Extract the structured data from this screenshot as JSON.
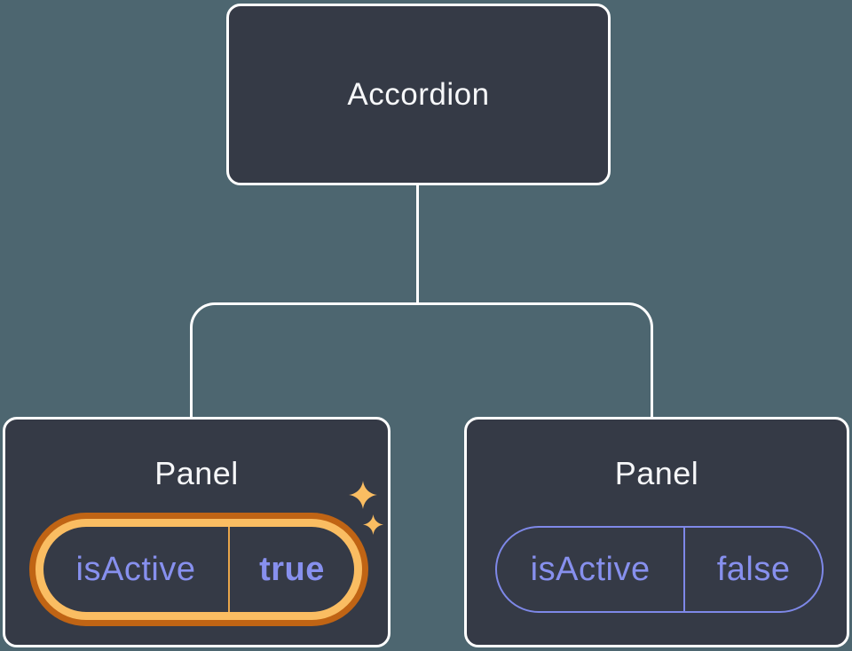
{
  "diagram": {
    "root": {
      "label": "Accordion"
    },
    "panels": [
      {
        "title": "Panel",
        "prop_name": "isActive",
        "prop_value": "true",
        "state": "active",
        "highlighted": true
      },
      {
        "title": "Panel",
        "prop_name": "isActive",
        "prop_value": "false",
        "state": "inactive",
        "highlighted": false
      }
    ]
  },
  "colors": {
    "background": "#4D6670",
    "node_fill": "#353A46",
    "node_border": "#FFFFFF",
    "connector": "#FFFFFF",
    "title_text": "#F6F7F9",
    "prop_purple": "#8790EE",
    "inactive_outline": "#7E88E8",
    "highlight_orange_dark": "#C06414",
    "highlight_orange_light": "#FABD62",
    "highlight_divider": "#E8A54A",
    "sparkle_gold": "#FABD62"
  }
}
